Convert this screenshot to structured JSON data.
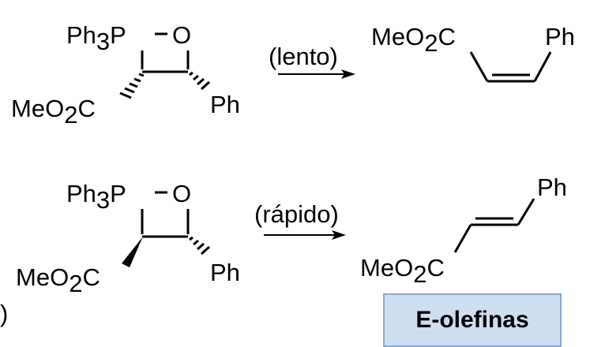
{
  "scheme": {
    "reaction_1": {
      "reactant": {
        "phosphorus": {
          "main": "Ph",
          "sub": "3",
          "tail": "P"
        },
        "oxygen": "O",
        "ester": {
          "main": "MeO",
          "sub": "2",
          "tail": "C"
        },
        "phenyl": "Ph"
      },
      "condition": "(lento)",
      "product": {
        "ester": {
          "main": "MeO",
          "sub": "2",
          "tail": "C"
        },
        "phenyl": "Ph"
      }
    },
    "reaction_2": {
      "reactant": {
        "phosphorus": {
          "main": "Ph",
          "sub": "3",
          "tail": "P"
        },
        "oxygen": "O",
        "ester": {
          "main": "MeO",
          "sub": "2",
          "tail": "C"
        },
        "phenyl": "Ph"
      },
      "condition": "(rápido)",
      "product": {
        "ester": {
          "main": "MeO",
          "sub": "2",
          "tail": "C"
        },
        "phenyl": "Ph"
      }
    },
    "result_label": "E-olefinas",
    "stray_paren": ")"
  }
}
